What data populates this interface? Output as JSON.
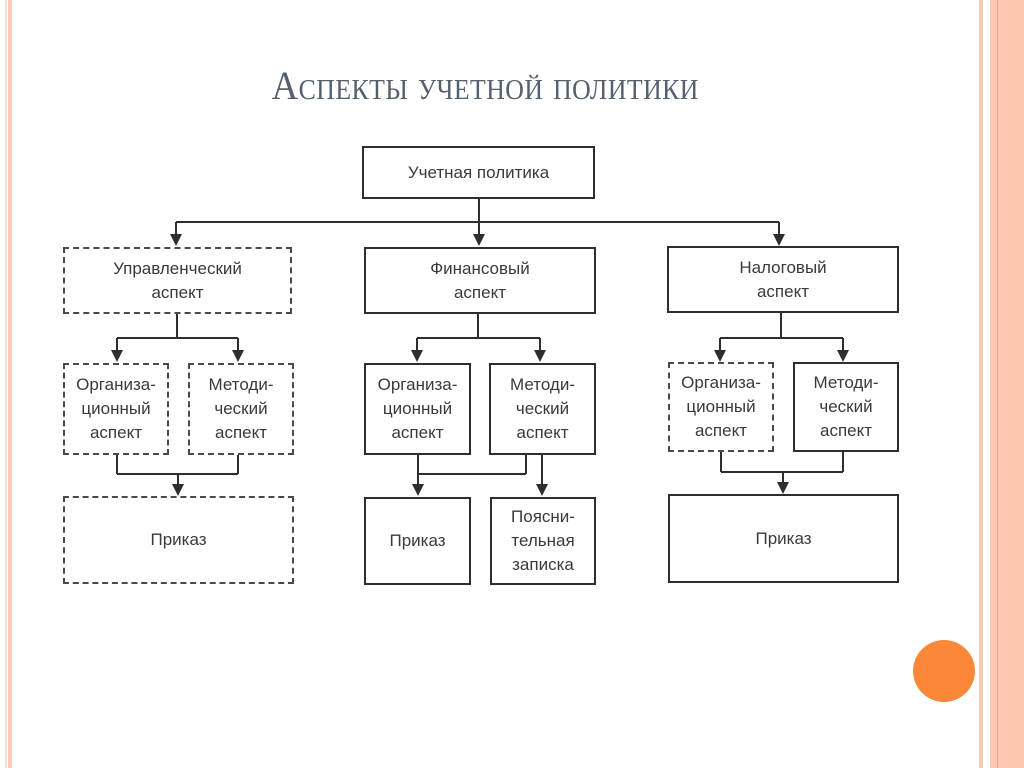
{
  "slide": {
    "title": "Аспекты учетной политики",
    "accent_color": "#fb8738",
    "border_color": "#fcc8b3"
  },
  "diagram": {
    "root": {
      "label": "Учетная политика",
      "style": "solid"
    },
    "branches": [
      {
        "label": "Управленческий\nаспект",
        "style": "dashed",
        "children": [
          {
            "label": "Организа-\nционный\nаспект",
            "style": "dashed"
          },
          {
            "label": "Методи-\nческий\nаспект",
            "style": "dashed"
          }
        ],
        "outputs": [
          {
            "label": "Приказ",
            "style": "dashed"
          }
        ]
      },
      {
        "label": "Финансовый\nаспект",
        "style": "solid",
        "children": [
          {
            "label": "Организа-\nционный\nаспект",
            "style": "solid"
          },
          {
            "label": "Методи-\nческий\nаспект",
            "style": "solid"
          }
        ],
        "outputs": [
          {
            "label": "Приказ",
            "style": "solid"
          },
          {
            "label": "Поясни-\nтельная\nзаписка",
            "style": "solid"
          }
        ]
      },
      {
        "label": "Налоговый\nаспект",
        "style": "solid",
        "children": [
          {
            "label": "Организа-\nционный\nаспект",
            "style": "dashed"
          },
          {
            "label": "Методи-\nческий\nаспект",
            "style": "solid"
          }
        ],
        "outputs": [
          {
            "label": "Приказ",
            "style": "solid"
          }
        ]
      }
    ]
  }
}
